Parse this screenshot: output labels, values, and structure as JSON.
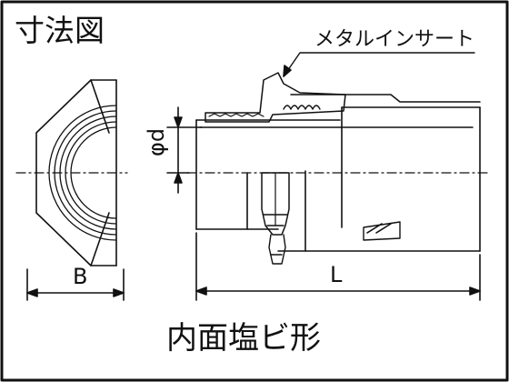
{
  "title": "寸法図",
  "labels": {
    "metal_insert": "メタルインサート",
    "bore_diameter": "φd",
    "width": "B",
    "length": "L",
    "fitting_type": "内面塩ビ形"
  },
  "colors": {
    "background": "#ffffff",
    "ink": "#111111",
    "section_fill": "#ffffff"
  }
}
